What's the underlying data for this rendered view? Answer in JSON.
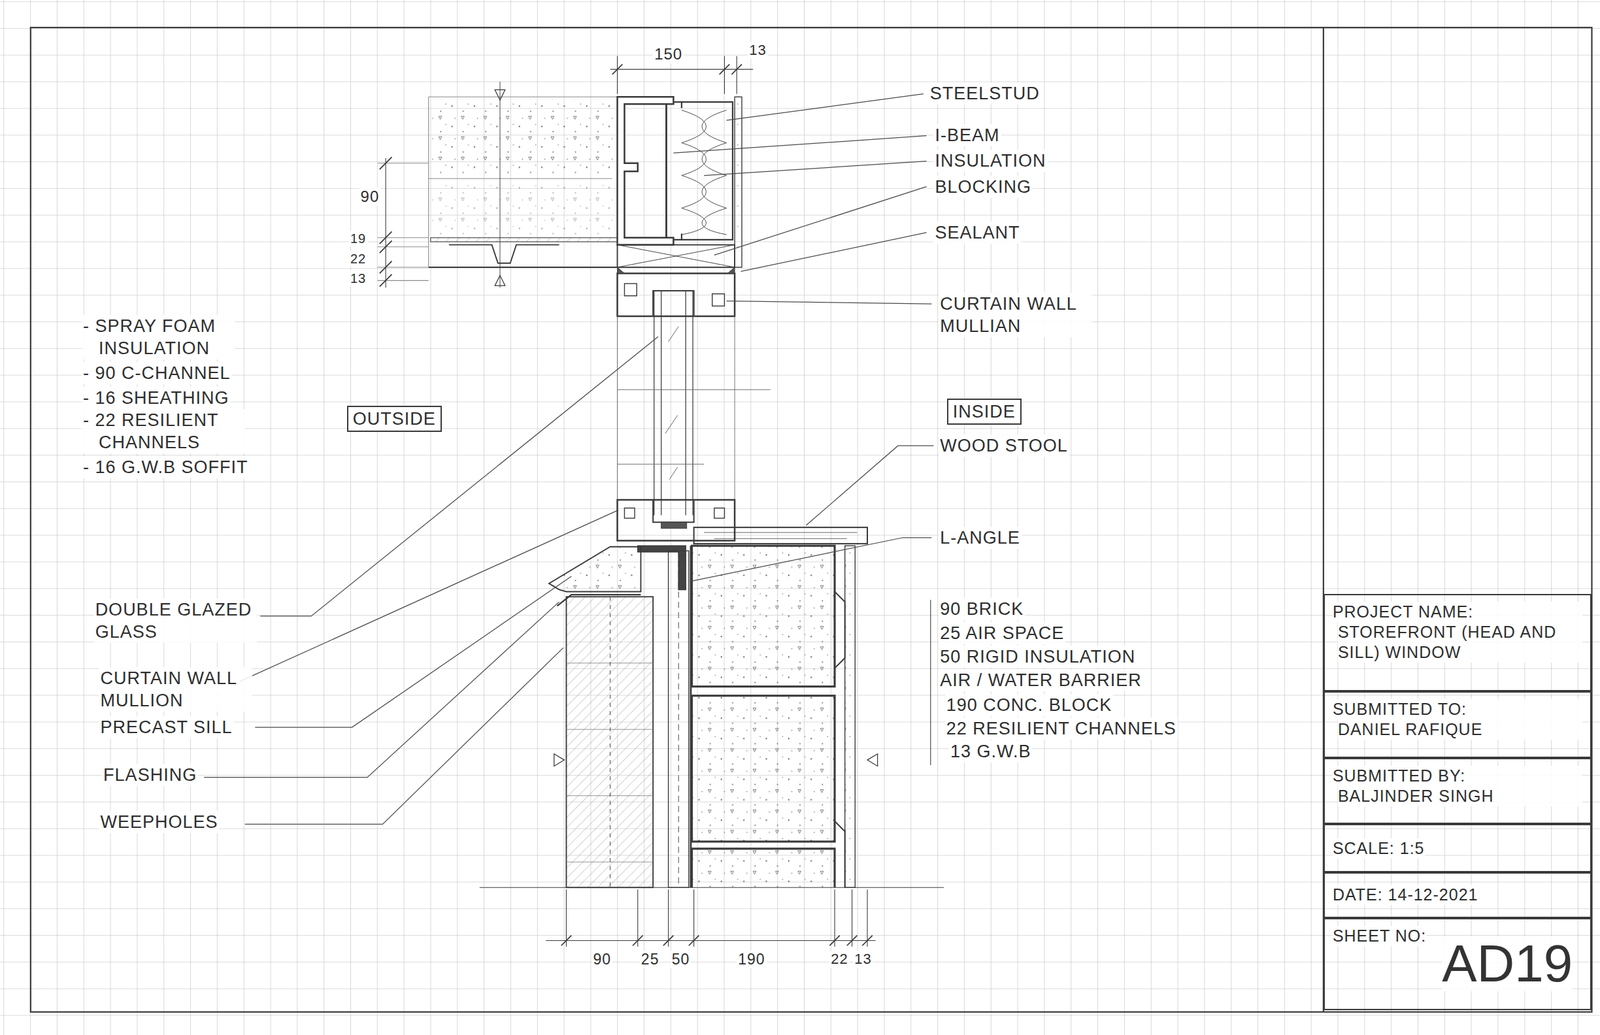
{
  "diagram": {
    "nodes": [
      {
        "text": [
          "OUTSIDE"
        ]
      },
      {
        "text": [
          "INSIDE"
        ]
      },
      {
        "text": [
          "PROJECT NAME:",
          "STOREFRONT (HEAD AND SILL) WINDOW"
        ]
      },
      {
        "text": [
          "SUBMITTED TO:",
          "DANIEL RAFIQUE"
        ]
      },
      {
        "text": [
          "SUBMITTED BY:",
          "BALJINDER SINGH"
        ]
      },
      {
        "text": [
          "SCALE: 1:5"
        ]
      },
      {
        "text": [
          "DATE: 14-12-2021"
        ]
      },
      {
        "text": [
          "SHEET NO:",
          "AD19"
        ]
      }
    ],
    "labels": [
      "150",
      "13",
      "STEELSTUD",
      "I-BEAM",
      "INSULATION",
      "BLOCKING",
      "SEALANT",
      "90",
      "19",
      "22",
      "13",
      "CURTAIN WALL MULLIAN",
      "- SPRAY FOAM INSULATION",
      "- 90 C-CHANNEL",
      "- 16 SHEATHING",
      "- 22 RESILIENT CHANNELS",
      "- 16 G.W.B SOFFIT",
      "WOOD STOOL",
      "L-ANGLE",
      "DOUBLE GLAZED GLASS",
      "CURTAIN WALL MULLION",
      "PRECAST SILL",
      "FLASHING",
      "WEEPHOLES",
      "90 BRICK",
      "25 AIR SPACE",
      "50 RIGID INSULATION",
      "AIR / WATER BARRIER",
      "190 CONC. BLOCK",
      "22 RESILIENT CHANNELS",
      "13 G.W.B",
      "90",
      "25",
      "50",
      "190",
      "22",
      "13"
    ]
  }
}
